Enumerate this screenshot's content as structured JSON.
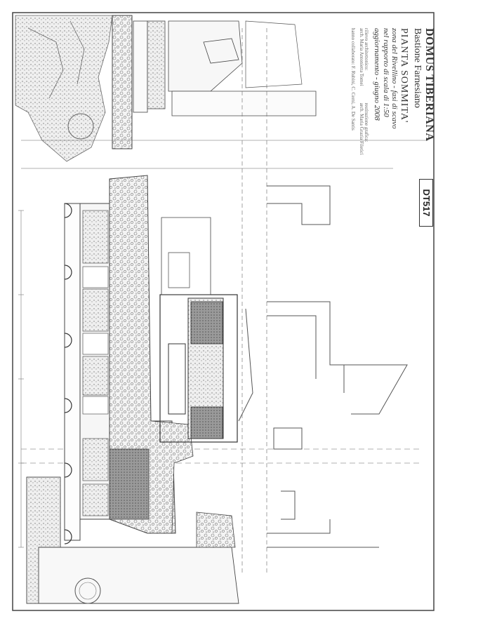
{
  "title_block": {
    "title": "DOMUS TIBERIANA",
    "subtitle": "Bastione Farnesiano",
    "plan": "PIANTA SOMMITA'",
    "line1": "zona del Rivellino - fasi di scavo",
    "line2": "nel rapporto di scala di 1:50",
    "line3": "aggiornamento - giugno 2008",
    "credits_left_title": "rilievo architettonico:",
    "credits_left_name": "arch. Maria Antonietta Tomei",
    "credits_right_title": "restituzione grafica:",
    "credits_right_name": "arch. Maria Grazia Filetici",
    "collab": "hanno collaborato: F. Rubini, C. Cerni, A. De Santis"
  },
  "sheet_code": "DT517",
  "colors": {
    "line": "#3a3a3a",
    "hatch": "#8a8a8a",
    "dashed": "#7a7a7a",
    "background": "#ffffff"
  }
}
